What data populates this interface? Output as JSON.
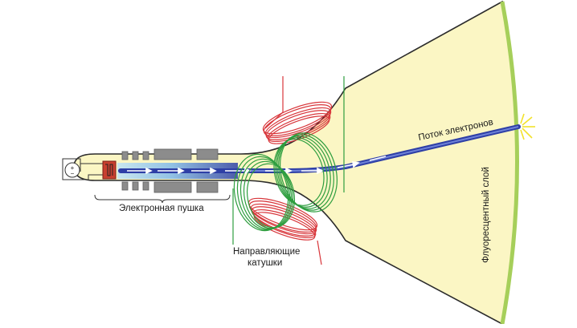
{
  "diagram": {
    "labels": {
      "gun": "Электронная пушка",
      "coils_line1": "Направляющие",
      "coils_line2": "катушки",
      "beam": "Поток электронов",
      "phosphor": "Флуоресцентный слой"
    },
    "colors": {
      "tube_fill": "#fbf6c4",
      "tube_outline": "#2b2b2b",
      "phosphor_layer": "#a6cf5a",
      "beam": "#2e3fa6",
      "beam_glow": "#9ad0f0",
      "coil_red": "#d8363b",
      "coil_green": "#2e9e3f",
      "electrode": "#8c8c8c",
      "cathode": "#c8402f",
      "spark": "#f2e22c"
    }
  }
}
